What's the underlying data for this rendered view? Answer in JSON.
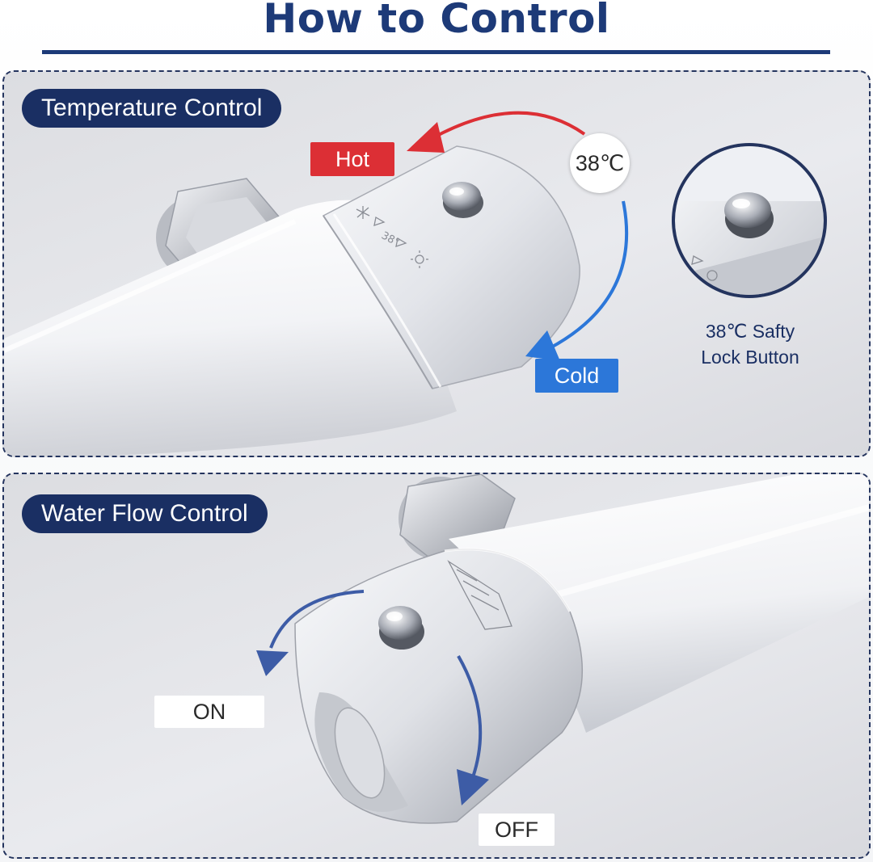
{
  "title": "How to Control",
  "temperature_section": {
    "label": "Temperature Control",
    "hot_label": "Hot",
    "cold_label": "Cold",
    "temperature_value": "38℃",
    "lock_caption_line1": "38℃ Safty",
    "lock_caption_line2": "Lock Button"
  },
  "flow_section": {
    "label": "Water Flow Control",
    "on_label": "ON",
    "off_label": "OFF"
  },
  "colors": {
    "navy": "#1d3a78",
    "hot_red": "#dc2f35",
    "cold_blue": "#2c77d9",
    "flow_arrow_blue": "#3d5ca6"
  },
  "icons": [
    "snowflake-icon",
    "sun-icon",
    "triangle-arrow-icon",
    "flow-scale-icon"
  ]
}
